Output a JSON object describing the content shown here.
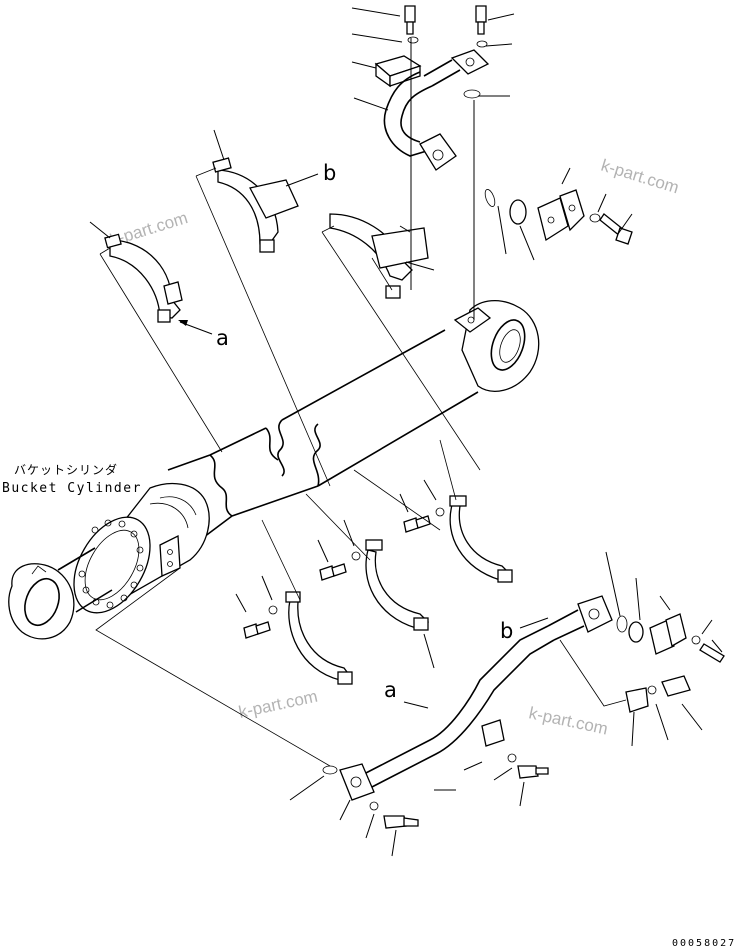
{
  "diagram": {
    "label_jp": "バケットシリンダ",
    "label_en": "Bucket Cylinder",
    "ref_a": "a",
    "ref_b": "b",
    "ref_a2": "a",
    "ref_b2": "b",
    "watermark": "k-part.com",
    "drawing_code": "00058027"
  }
}
